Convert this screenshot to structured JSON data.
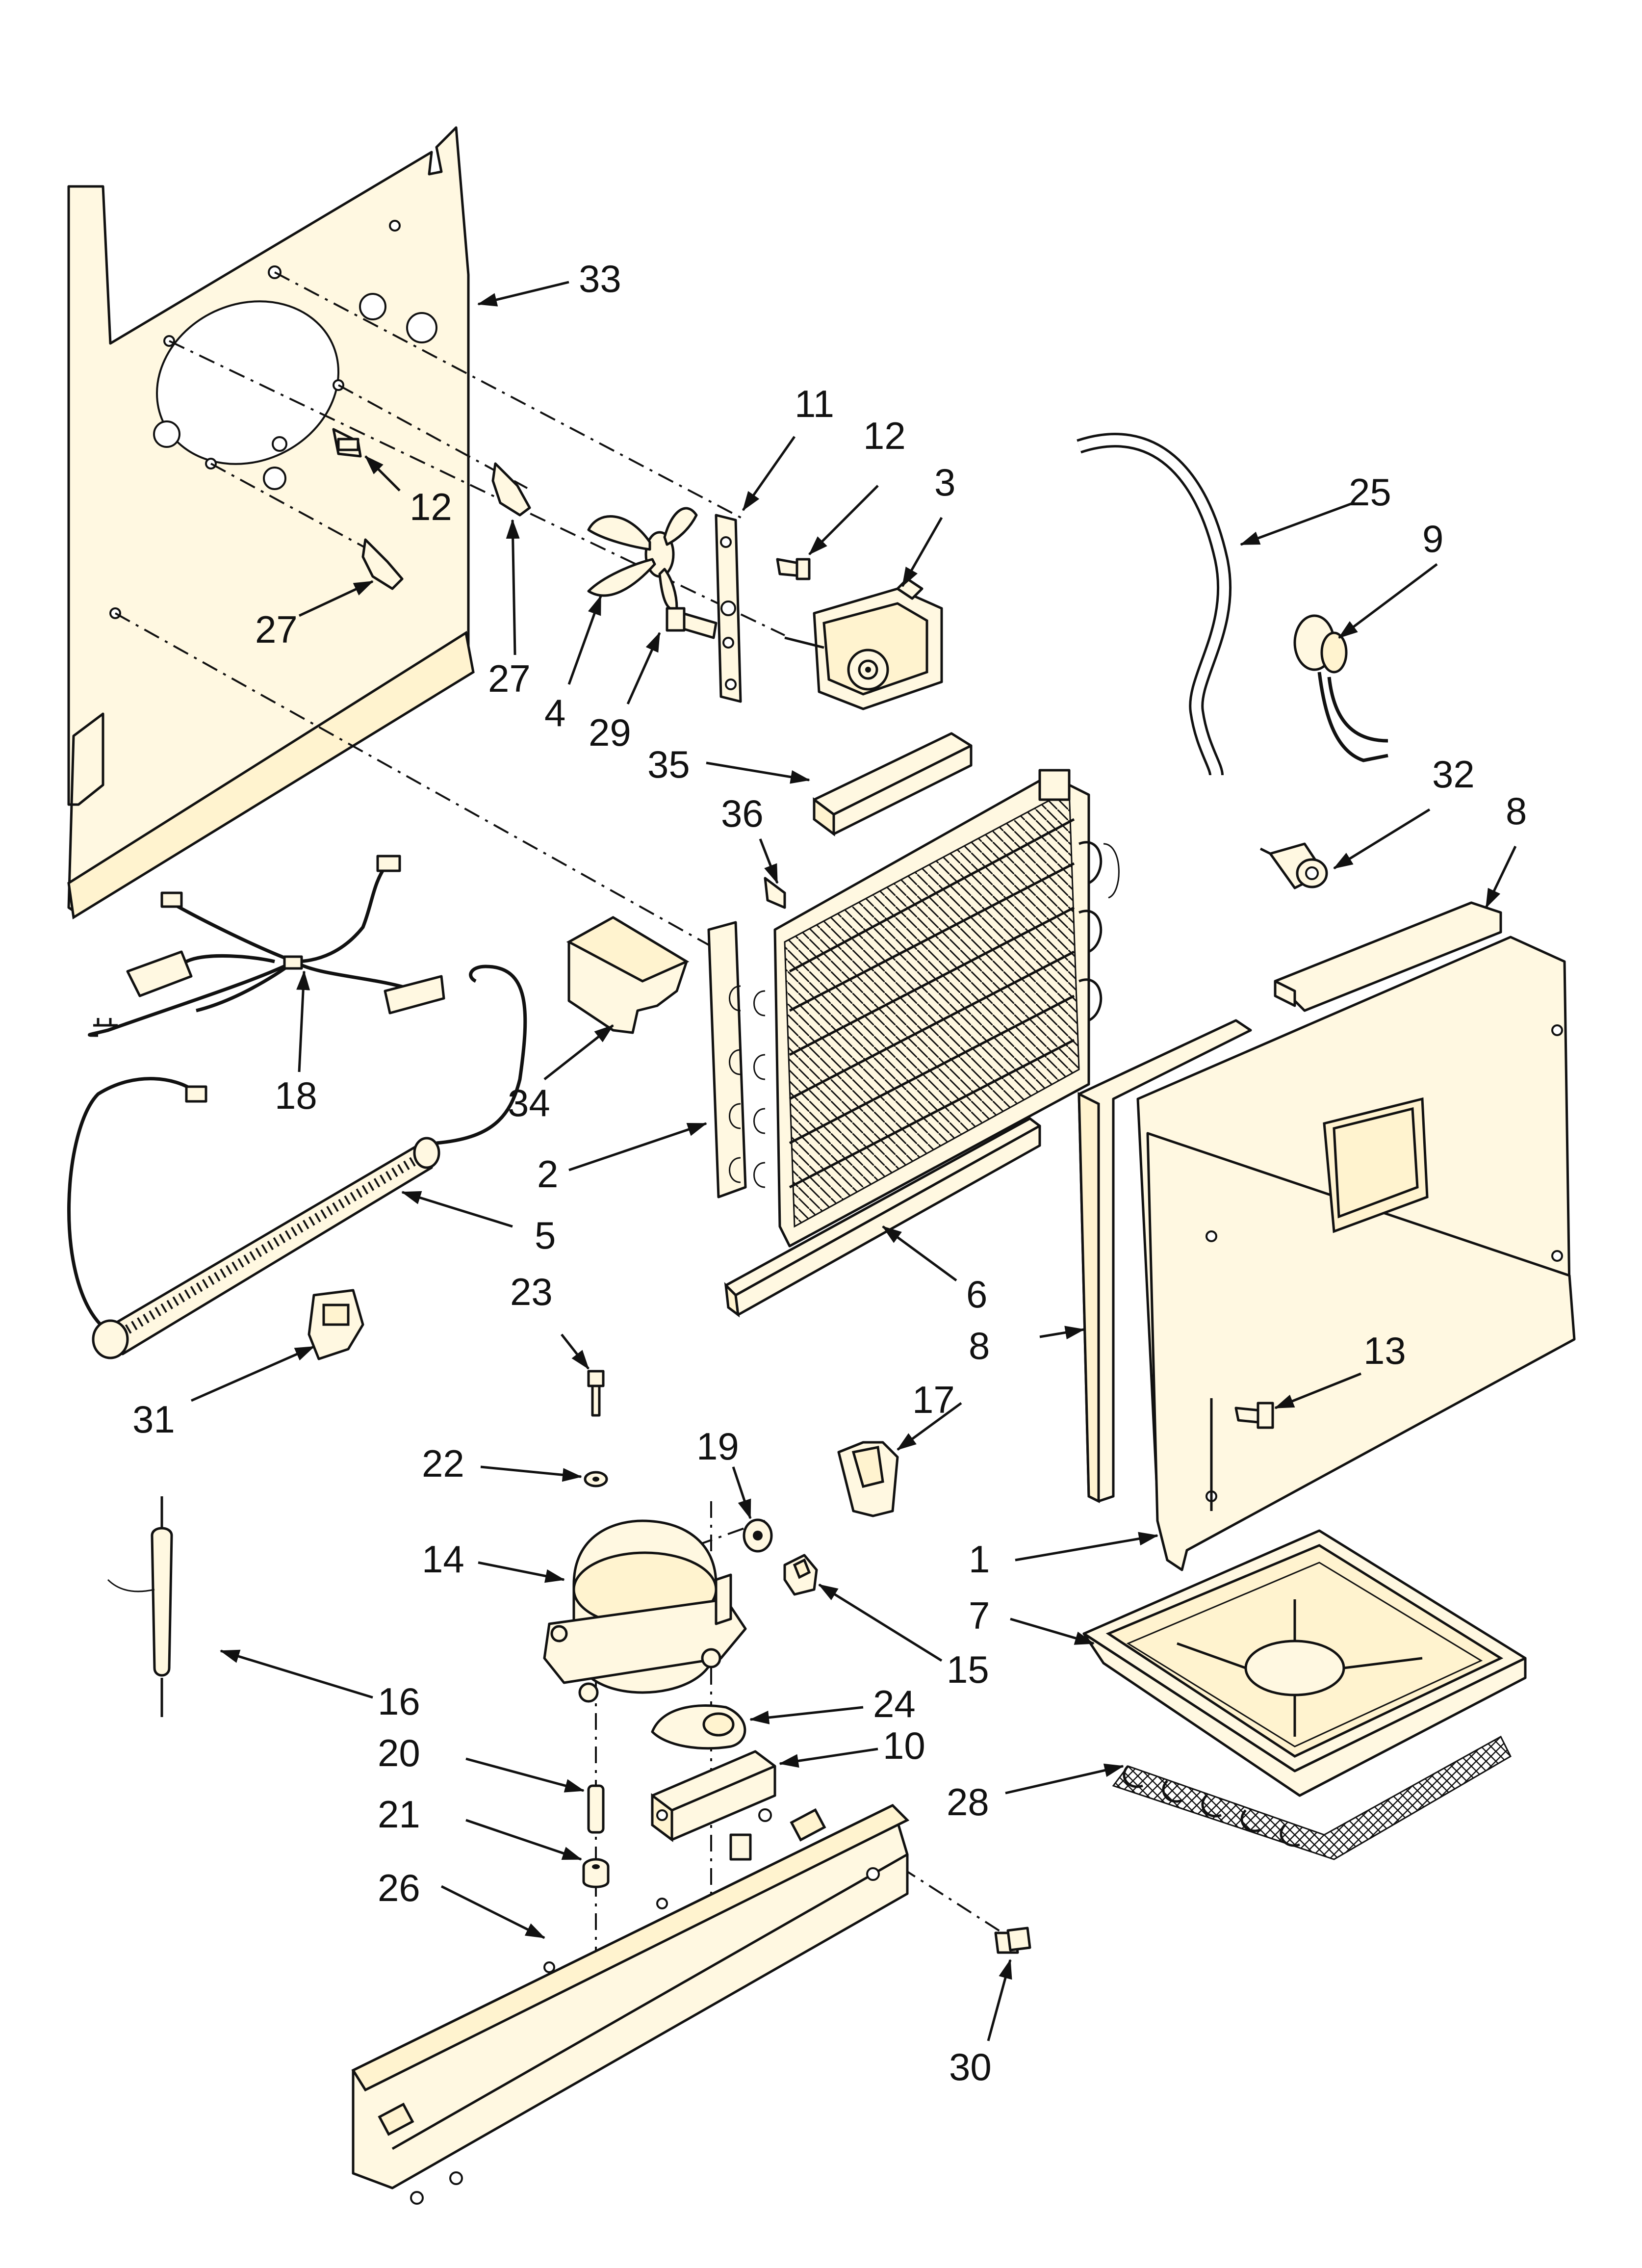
{
  "callouts": [
    {
      "id": "c33",
      "label": "33"
    },
    {
      "id": "c11",
      "label": "11"
    },
    {
      "id": "c12a",
      "label": "12"
    },
    {
      "id": "c12b",
      "label": "12"
    },
    {
      "id": "c3",
      "label": "3"
    },
    {
      "id": "c25",
      "label": "25"
    },
    {
      "id": "c9",
      "label": "9"
    },
    {
      "id": "c27a",
      "label": "27"
    },
    {
      "id": "c27b",
      "label": "27"
    },
    {
      "id": "c4",
      "label": "4"
    },
    {
      "id": "c29",
      "label": "29"
    },
    {
      "id": "c35",
      "label": "35"
    },
    {
      "id": "c36",
      "label": "36"
    },
    {
      "id": "c32",
      "label": "32"
    },
    {
      "id": "c8a",
      "label": "8"
    },
    {
      "id": "c18",
      "label": "18"
    },
    {
      "id": "c34",
      "label": "34"
    },
    {
      "id": "c2",
      "label": "2"
    },
    {
      "id": "c5",
      "label": "5"
    },
    {
      "id": "c6",
      "label": "6"
    },
    {
      "id": "c8b",
      "label": "8"
    },
    {
      "id": "c23",
      "label": "23"
    },
    {
      "id": "c13",
      "label": "13"
    },
    {
      "id": "c31",
      "label": "31"
    },
    {
      "id": "c17",
      "label": "17"
    },
    {
      "id": "c22",
      "label": "22"
    },
    {
      "id": "c19",
      "label": "19"
    },
    {
      "id": "c14",
      "label": "14"
    },
    {
      "id": "c1",
      "label": "1"
    },
    {
      "id": "c7",
      "label": "7"
    },
    {
      "id": "c15",
      "label": "15"
    },
    {
      "id": "c16",
      "label": "16"
    },
    {
      "id": "c24",
      "label": "24"
    },
    {
      "id": "c20",
      "label": "20"
    },
    {
      "id": "c10",
      "label": "10"
    },
    {
      "id": "c28",
      "label": "28"
    },
    {
      "id": "c21",
      "label": "21"
    },
    {
      "id": "c26",
      "label": "26"
    },
    {
      "id": "c30",
      "label": "30"
    }
  ]
}
